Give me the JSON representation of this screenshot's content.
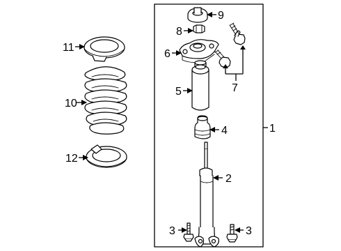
{
  "callouts": {
    "c1": "1",
    "c2": "2",
    "c3_left": "3",
    "c3_right": "3",
    "c4": "4",
    "c5": "5",
    "c6": "6",
    "c7": "7",
    "c8": "8",
    "c9": "9",
    "c10": "10",
    "c11": "11",
    "c12": "12"
  }
}
